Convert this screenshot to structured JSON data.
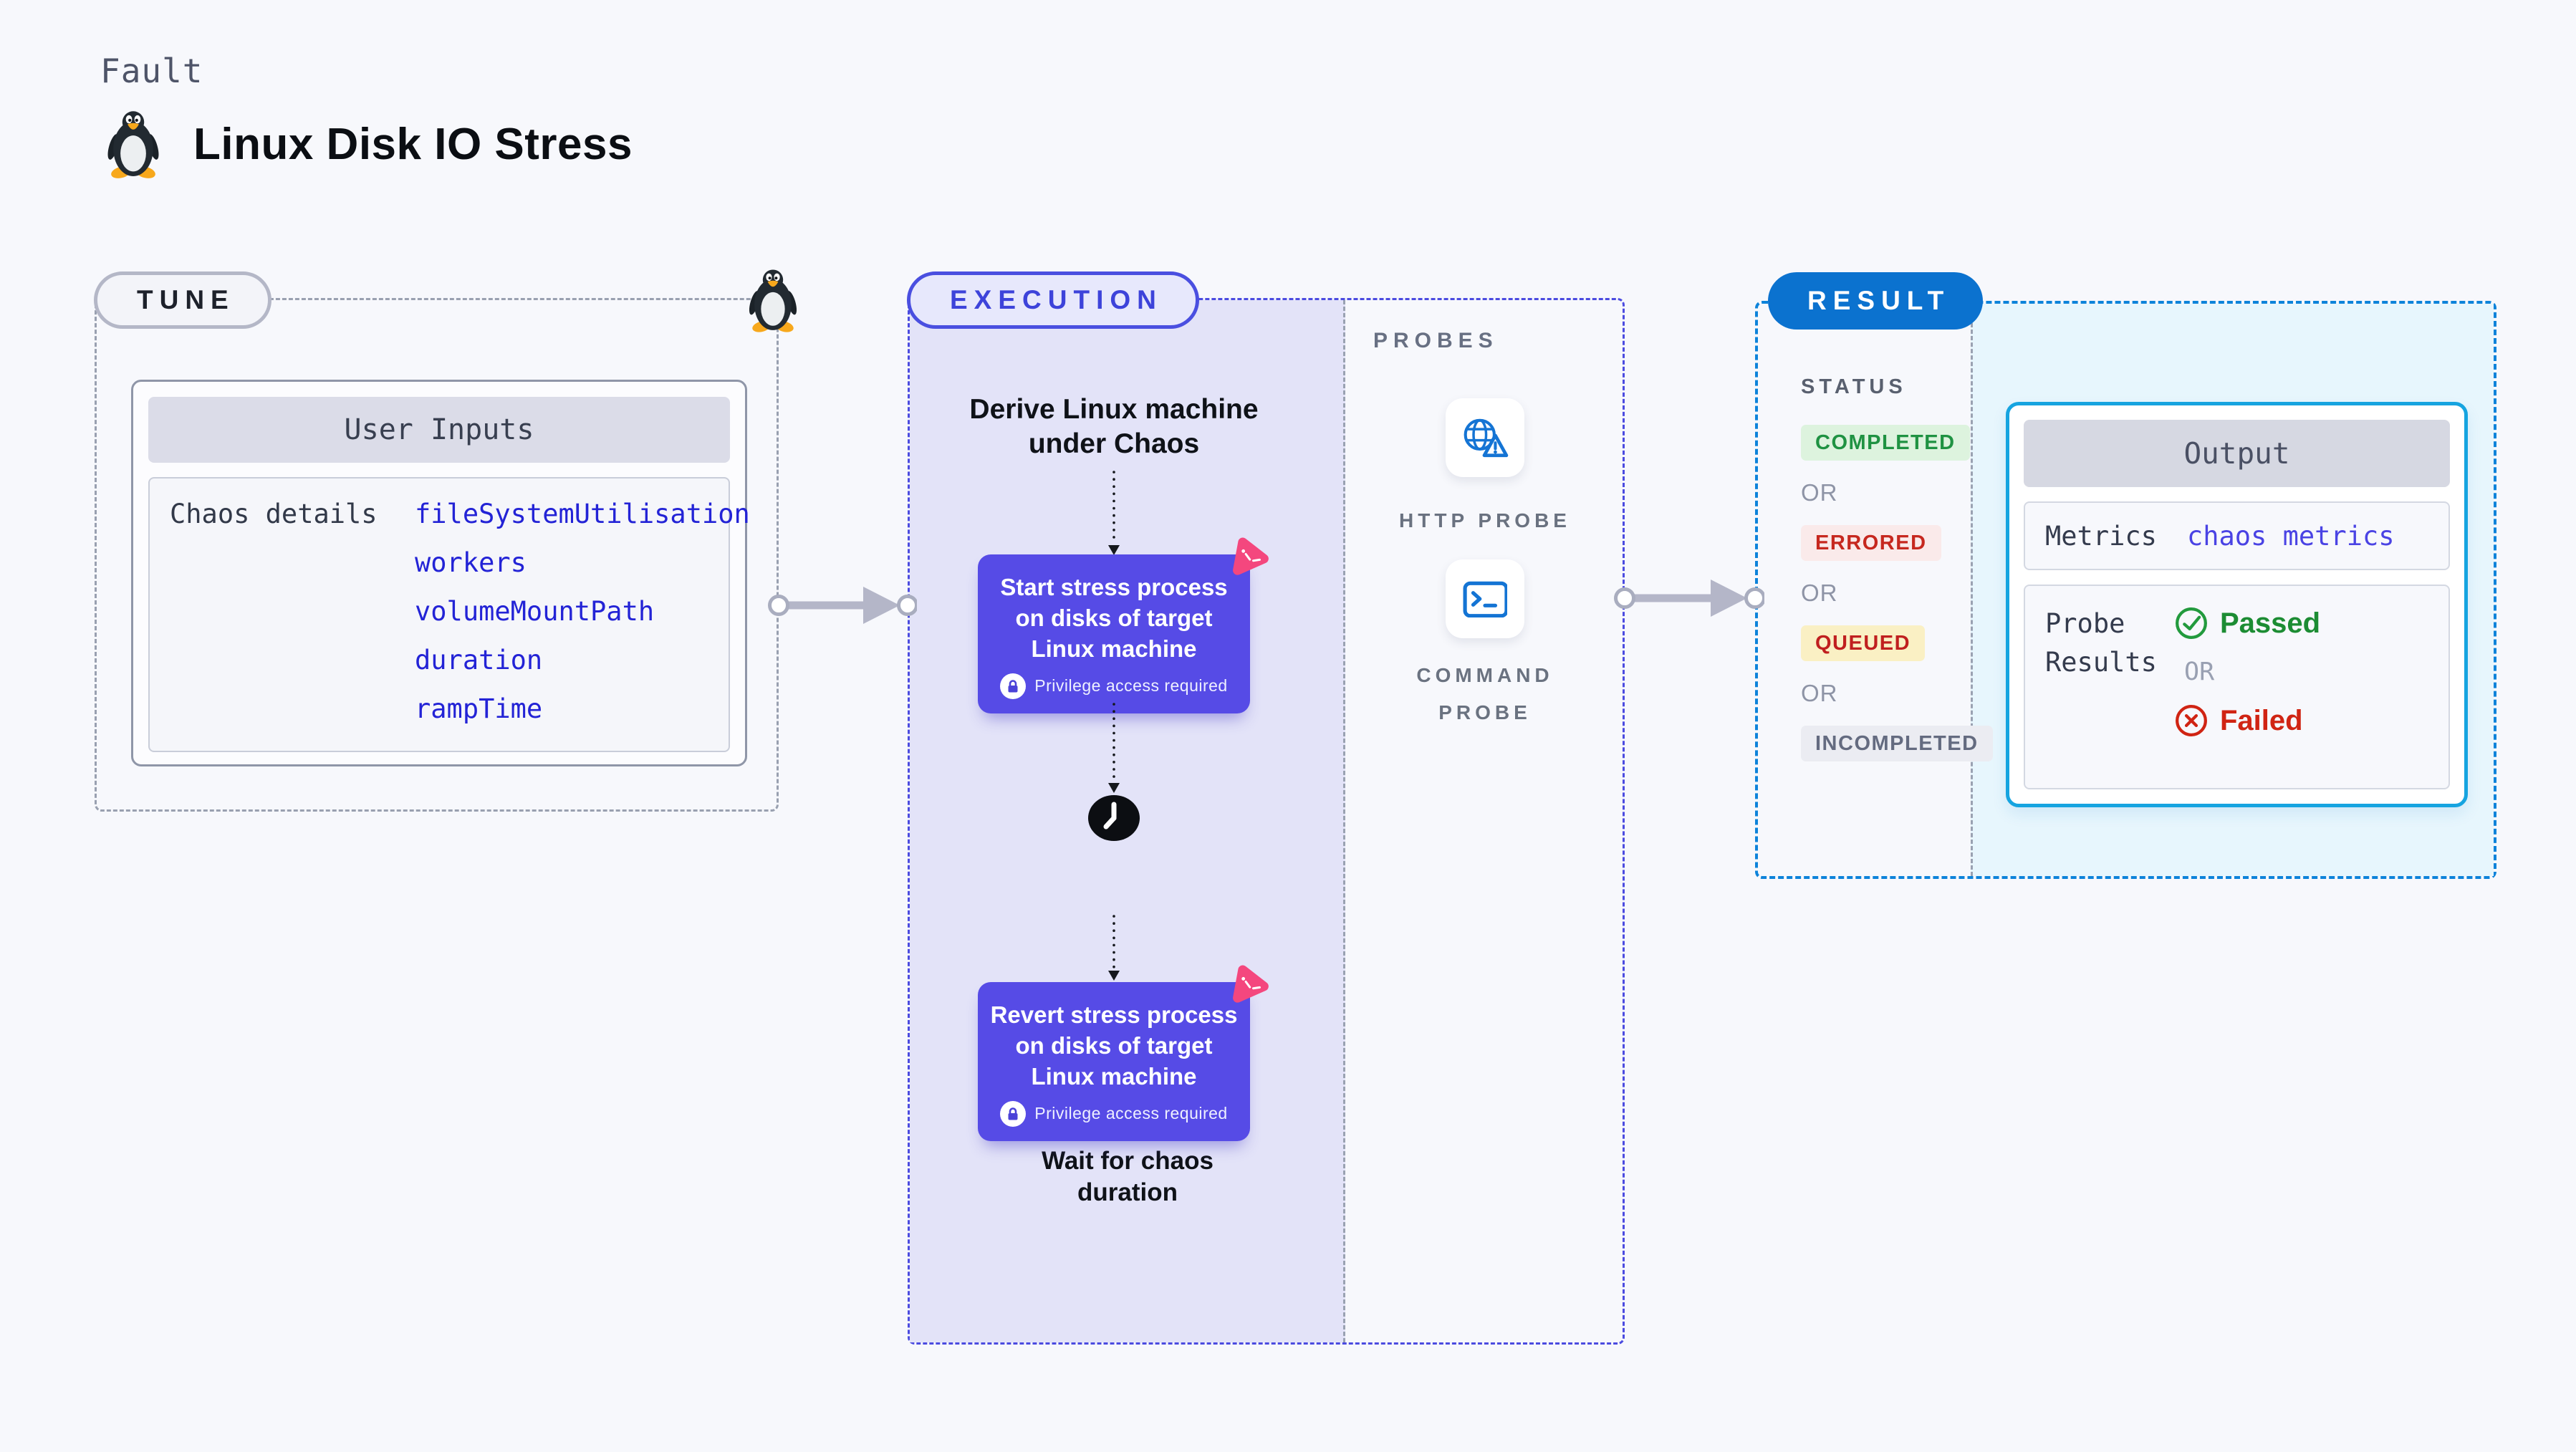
{
  "header": {
    "eyebrow": "Fault",
    "title": "Linux Disk IO Stress"
  },
  "tune": {
    "label": "TUNE",
    "card_title": "User Inputs",
    "row_label": "Chaos details",
    "inputs": [
      "fileSystemUtilisation",
      "workers",
      "volumeMountPath",
      "duration",
      "rampTime"
    ]
  },
  "execution": {
    "label": "EXECUTION",
    "step1_title": "Derive Linux machine under Chaos",
    "node1_label": "Start stress process on disks of target Linux machine",
    "privilege_note": "Privilege access required",
    "wait_label": "Wait for chaos duration",
    "node2_label": "Revert stress process on disks of target Linux machine",
    "probes": {
      "label": "PROBES",
      "items": [
        {
          "name": "HTTP PROBE",
          "icon": "http-probe-icon"
        },
        {
          "name": "COMMAND PROBE",
          "icon": "command-probe-icon"
        }
      ]
    }
  },
  "result": {
    "label": "RESULT",
    "status_label": "STATUS",
    "or_label": "OR",
    "statuses": [
      {
        "label": "COMPLETED",
        "fg": "#1f9242",
        "bg": "#ddf3de"
      },
      {
        "label": "ERRORED",
        "fg": "#c6281f",
        "bg": "#faeaea"
      },
      {
        "label": "QUEUED",
        "fg": "#c01f1f",
        "bg": "#faf0c4"
      },
      {
        "label": "INCOMPLETED",
        "fg": "#646b80",
        "bg": "#ebecf2"
      }
    ],
    "output": {
      "title": "Output",
      "metrics_label": "Metrics",
      "metrics_value": "chaos metrics",
      "probe_results_label": "Probe Results",
      "passed_label": "Passed",
      "or_label": "OR",
      "failed_label": "Failed"
    }
  },
  "colors": {
    "page_bg": "#f7f8fc",
    "lavender_bg": "#e3e3f8",
    "indigo_border": "#4b4be0",
    "node_indigo": "#564be6",
    "link_blue": "#2323d6",
    "litmus_pink": "#f4477e",
    "result_pill_blue": "#0b72cf",
    "result_border_blue": "#0d83da",
    "output_border_cyan": "#16a4e0",
    "cyan_bg": "#e7f6fd",
    "probe_icon_blue": "#1474d4",
    "passed_green": "#1c8c33",
    "failed_red": "#d02413",
    "gray_dash": "#9aa2b2"
  }
}
